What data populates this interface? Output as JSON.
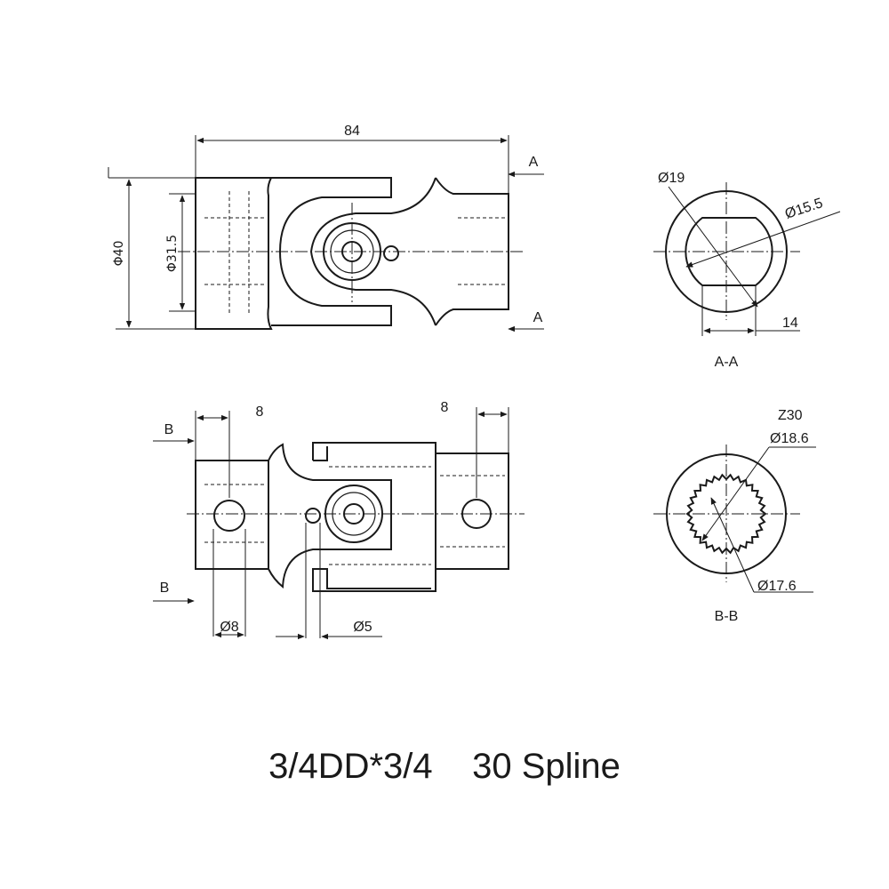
{
  "top_view": {
    "overall_length": "84",
    "outer_diameter": "Φ40",
    "bore_diameter": "Φ31.5",
    "section_mark": "A"
  },
  "section_aa": {
    "title": "A-A",
    "outer_diameter": "Ø19",
    "flat_diameter": "Ø15.5",
    "flat_width": "14"
  },
  "bottom_view": {
    "left_offset": "8",
    "right_offset": "8",
    "pin_hole": "Ø8",
    "small_hole": "Ø5",
    "section_mark": "B"
  },
  "section_bb": {
    "title": "B-B",
    "teeth": "Z30",
    "major_diameter": "Ø18.6",
    "minor_diameter": "Ø17.6"
  },
  "caption": "3/4DD*3/4    30 Spline"
}
